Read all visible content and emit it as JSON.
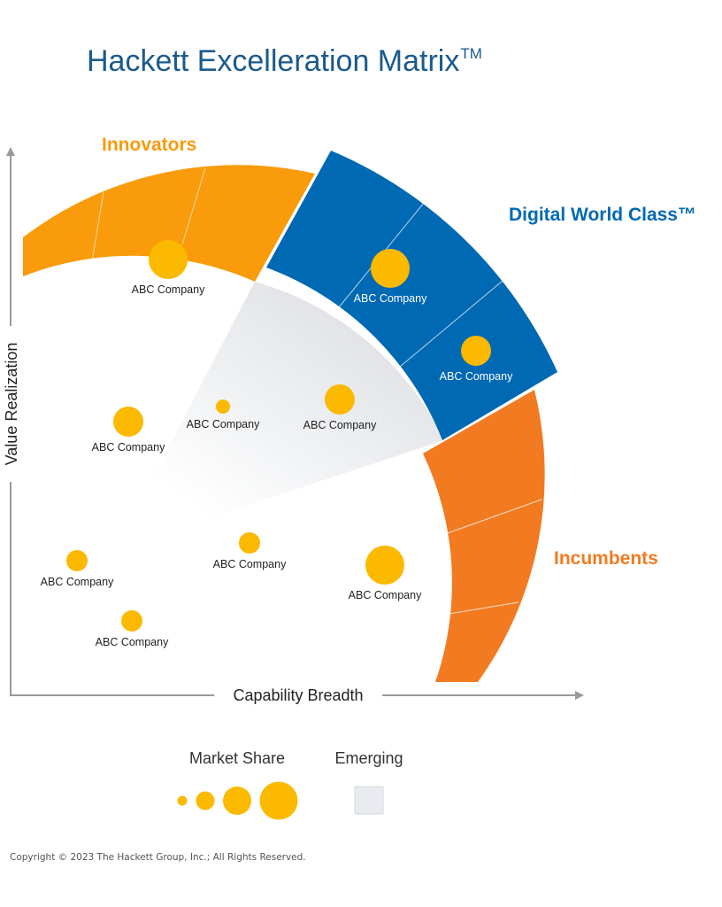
{
  "title": {
    "text": "Hackett Excelleration Matrix",
    "mark": "TM"
  },
  "axes": {
    "x_label": "Capability Breadth",
    "y_label": "Value Realization"
  },
  "quadrants": {
    "innovators": {
      "label": "Innovators",
      "color": "#f99b0a"
    },
    "digital_world_class": {
      "label": "Digital World Class™",
      "color": "#0069b3"
    },
    "incumbents": {
      "label": "Incumbents",
      "color": "#f27b21"
    },
    "emerging": {
      "color": "#e8ebef"
    }
  },
  "companies": [
    {
      "name": "ABC Company",
      "market_share": 4,
      "light": false
    },
    {
      "name": "ABC Company",
      "market_share": 4,
      "light": true
    },
    {
      "name": "ABC Company",
      "market_share": 3,
      "light": true
    },
    {
      "name": "ABC Company",
      "market_share": 3,
      "light": false
    },
    {
      "name": "ABC Company",
      "market_share": 1,
      "light": false
    },
    {
      "name": "ABC Company",
      "market_share": 3,
      "light": false
    },
    {
      "name": "ABC Company",
      "market_share": 2,
      "light": false
    },
    {
      "name": "ABC Company",
      "market_share": 2,
      "light": false
    },
    {
      "name": "ABC Company",
      "market_share": 4,
      "light": false
    },
    {
      "name": "ABC Company",
      "market_share": 2,
      "light": false
    }
  ],
  "legend": {
    "market_share_label": "Market Share",
    "emerging_label": "Emerging",
    "bubble_color": "#fbb900"
  },
  "copyright": "Copyright © 2023 The Hackett Group, Inc.; All Rights Reserved."
}
